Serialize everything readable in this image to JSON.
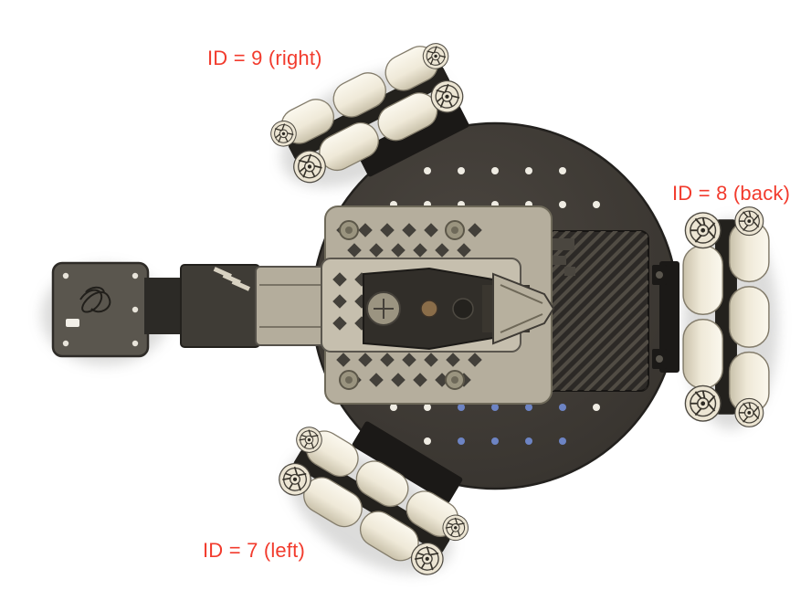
{
  "figure": {
    "type": "robot-top-view-illustration",
    "annotations": {
      "wheel9": "ID = 9 (right)",
      "wheel8": "ID = 8 (back)",
      "wheel7": "ID = 7 (left)"
    },
    "wheel_ids": [
      {
        "id": 9,
        "position": "right"
      },
      {
        "id": 8,
        "position": "back"
      },
      {
        "id": 7,
        "position": "left"
      }
    ]
  },
  "colors": {
    "annotation": "#f23b2d",
    "background": "#ffffff",
    "plate": "#3a3631",
    "plate_edge": "#23211e",
    "hole_white": "#efece3",
    "hole_blue": "#6d84c4",
    "roller": "#f4efe1",
    "roller_edge": "#837c6b",
    "arm_beige": "#c6bfae",
    "arm_dark": "#56524a"
  }
}
